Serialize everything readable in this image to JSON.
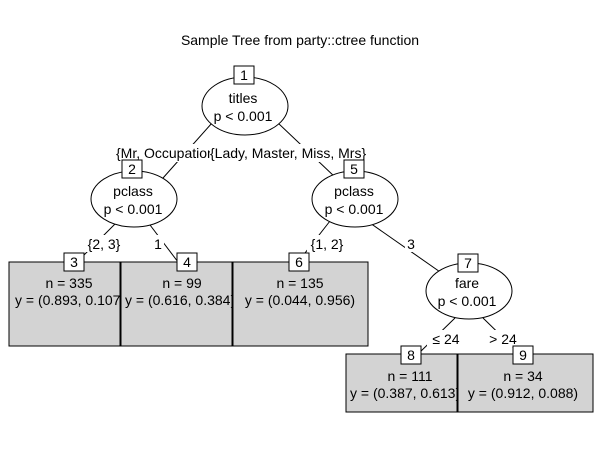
{
  "title": "Sample Tree from party::ctree function",
  "inner_nodes": [
    {
      "id": "1",
      "variable": "titles",
      "p": "p < 0.001"
    },
    {
      "id": "2",
      "variable": "pclass",
      "p": "p < 0.001"
    },
    {
      "id": "5",
      "variable": "pclass",
      "p": "p < 0.001"
    },
    {
      "id": "7",
      "variable": "fare",
      "p": "p < 0.001"
    }
  ],
  "edges": [
    {
      "from": "1",
      "to": "2",
      "label": "{Mr, Occupation}"
    },
    {
      "from": "1",
      "to": "5",
      "label": "{Lady, Master, Miss, Mrs}"
    },
    {
      "from": "2",
      "to": "3",
      "label": "{2, 3}"
    },
    {
      "from": "2",
      "to": "4",
      "label": "1"
    },
    {
      "from": "5",
      "to": "6",
      "label": "{1, 2}"
    },
    {
      "from": "5",
      "to": "7",
      "label": "3"
    },
    {
      "from": "7",
      "to": "8",
      "label": "≤ 24"
    },
    {
      "from": "7",
      "to": "9",
      "label": "> 24"
    }
  ],
  "terminal_nodes": [
    {
      "id": "3",
      "n": "n = 335",
      "y": "y = (0.893, 0.107)"
    },
    {
      "id": "4",
      "n": "n = 99",
      "y": "y = (0.616, 0.384)"
    },
    {
      "id": "6",
      "n": "n = 135",
      "y": "y = (0.044, 0.956)"
    },
    {
      "id": "8",
      "n": "n = 111",
      "y": "y = (0.387, 0.613)"
    },
    {
      "id": "9",
      "n": "n = 34",
      "y": "y = (0.912, 0.088)"
    }
  ],
  "colors": {
    "terminal_fill": "#d3d3d3",
    "stroke": "#000000",
    "background": "#ffffff"
  }
}
